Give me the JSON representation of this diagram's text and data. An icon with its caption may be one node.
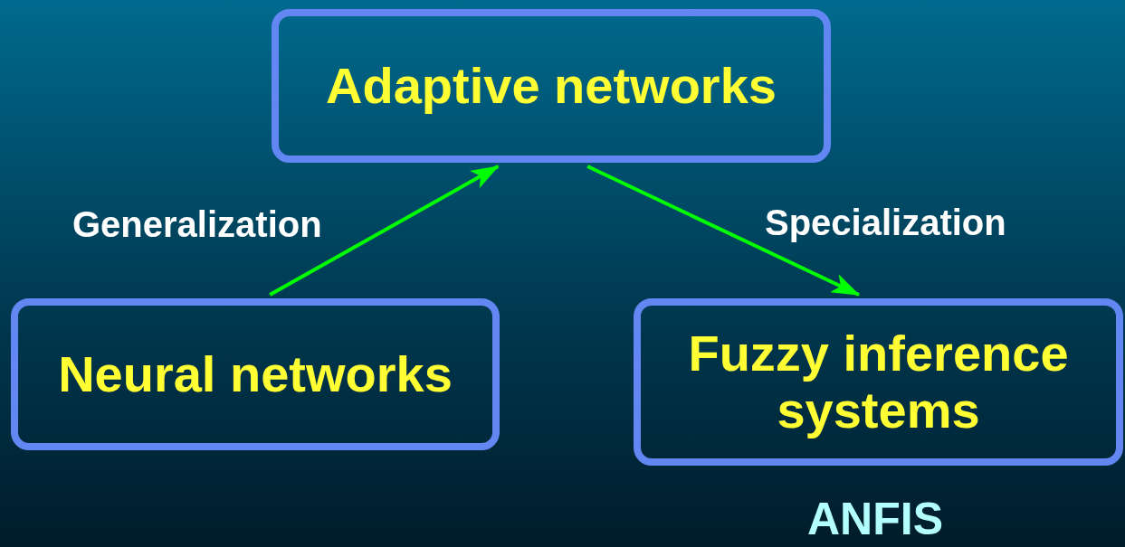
{
  "diagram": {
    "nodes": [
      {
        "text": [
          "Adaptive networks"
        ]
      },
      {
        "text": [
          "Neural networks"
        ]
      },
      {
        "text": [
          "Fuzzy inference systems"
        ]
      }
    ],
    "edges": [
      {
        "from": 1,
        "to": 0,
        "arrow": "to",
        "label": "Generalization"
      },
      {
        "from": 0,
        "to": 2,
        "arrow": "to",
        "label": "Specialization"
      }
    ],
    "labels": [
      "ANFIS"
    ]
  }
}
